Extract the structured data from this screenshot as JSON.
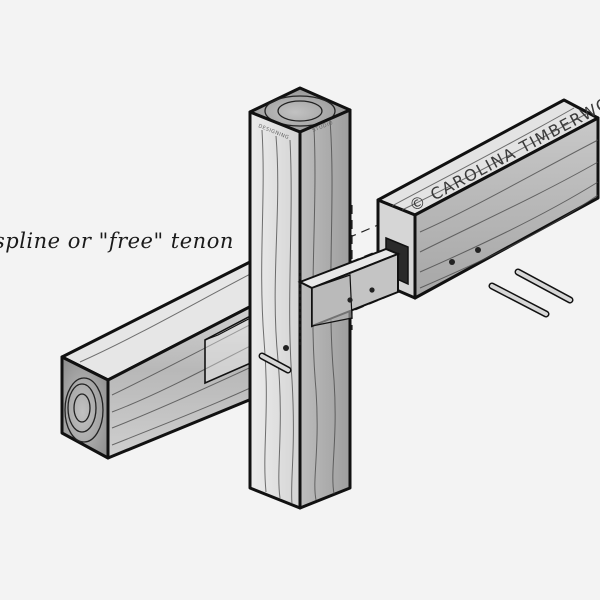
{
  "diagram": {
    "callout_label": "spline or \"free\" tenon",
    "watermark": "© CAROLINA TIMBERWORKS",
    "post_stamp_left": "DESIGNING",
    "post_stamp_right": "STUDIO"
  },
  "colors": {
    "background": "#f3f3f3",
    "outline": "#111111",
    "wood_light": "#e6e6e6",
    "wood_mid": "#cfcfcf",
    "wood_dark": "#a9a9a9",
    "end_grain": "#9f9f9f"
  }
}
